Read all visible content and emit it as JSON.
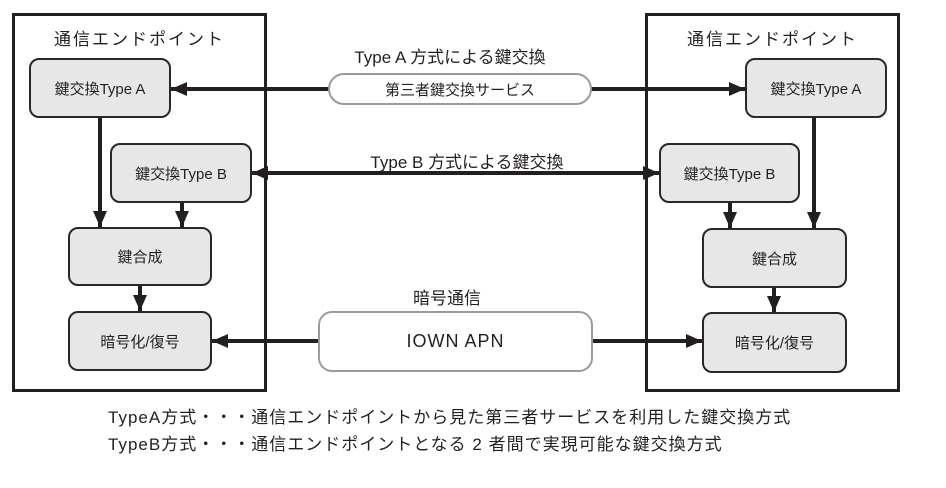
{
  "colors": {
    "node_fill": "#e7e7e7",
    "node_border": "#2b2728",
    "outer_border": "#231f20",
    "channel_border": "#9b9b9b",
    "arrow": "#231f20",
    "text": "#231f20",
    "background": "#ffffff"
  },
  "left_endpoint": {
    "title": "通信エンドポイント",
    "key_exchange_type_a": "鍵交換Type A",
    "key_exchange_type_b": "鍵交換Type B",
    "key_synthesis": "鍵合成",
    "encryption_decryption": "暗号化/復号"
  },
  "right_endpoint": {
    "title": "通信エンドポイント",
    "key_exchange_type_a": "鍵交換Type A",
    "key_exchange_type_b": "鍵交換Type B",
    "key_synthesis": "鍵合成",
    "encryption_decryption": "暗号化/復号"
  },
  "channels": {
    "type_a_arrow_label": "Type A 方式による鍵交換",
    "third_party_service": "第三者鍵交換サービス",
    "type_b_arrow_label": "Type B 方式による鍵交換",
    "encrypted_comm_label": "暗号通信",
    "network": "IOWN APN"
  },
  "notes": [
    "TypeA方式・・・通信エンドポイントから見た第三者サービスを利用した鍵交換方式",
    "TypeB方式・・・通信エンドポイントとなる 2 者間で実現可能な鍵交換方式"
  ]
}
